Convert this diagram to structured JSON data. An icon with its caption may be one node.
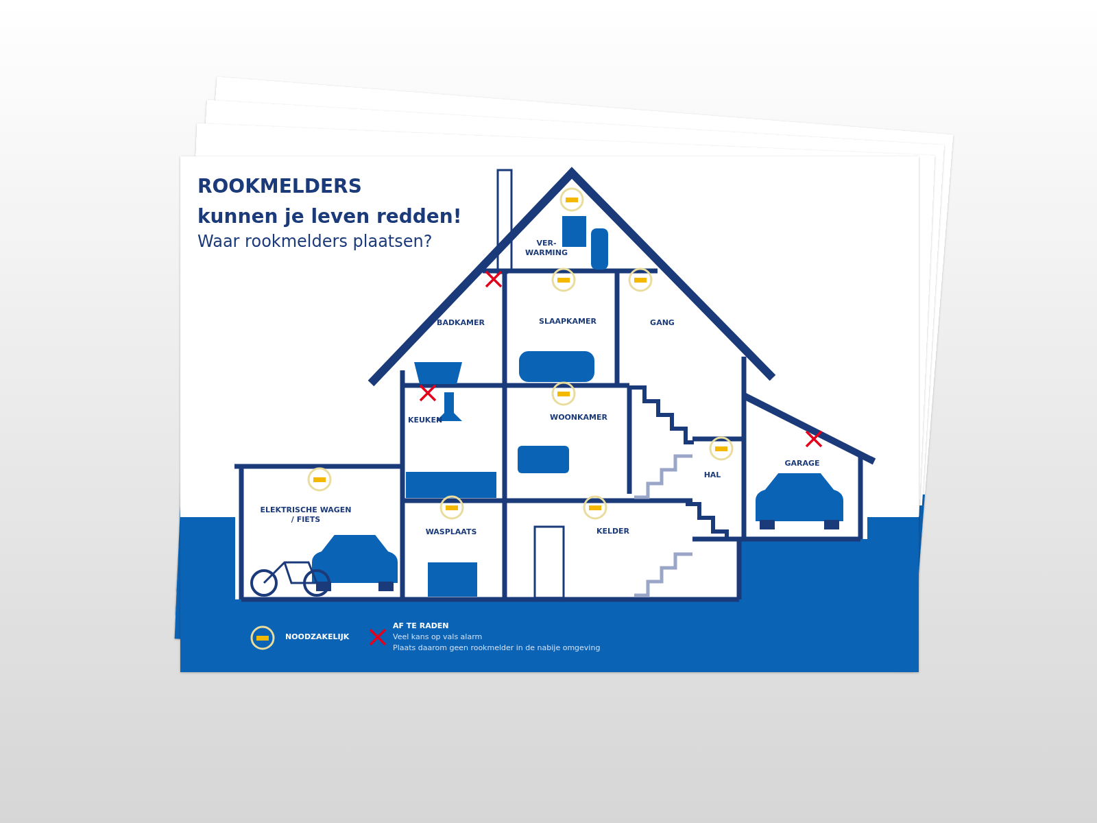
{
  "diagram": {
    "title": "ROOKMELDERS kunnen je leven redden!",
    "labels": [
      "Waar rookmelders plaatsen?",
      "VER-WARMING",
      "BADKAMER",
      "SLAAPKAMER",
      "GANG",
      "KEUKEN",
      "WOONKAMER",
      "HAL",
      "GARAGE",
      "ELEKTRISCHE WAGEN / FIETS",
      "WASPLAATS",
      "KELDER",
      "Veel kans op vals alarm",
      "Plaats daarom geen rookmelder in de nabije omgeving"
    ],
    "legend": [
      {
        "text": "NOODZAKELIJK"
      },
      {
        "text": "AF TE RADEN"
      }
    ]
  }
}
